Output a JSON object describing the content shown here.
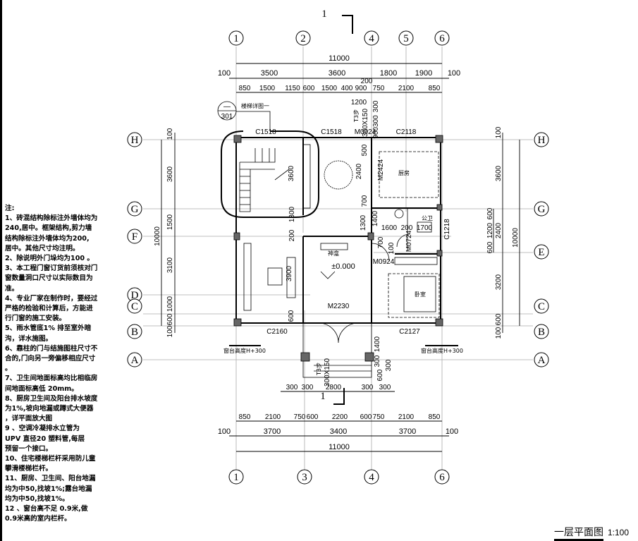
{
  "title": {
    "name": "一层平面图",
    "scale": "1:100"
  },
  "notes": [
    "注:",
    "1、砖混结构除标注外墙体均为",
    "240,居中。框架结构,剪力墙",
    "结构除标注外墙体均为200,",
    "居中。其他尺寸均注明。",
    "2、除说明外门垛均为100 。",
    "3、本工程门窗订货前须核对门",
    "窗数量洞口尺寸以实际数目为",
    "准。",
    "4、专业厂家在制作时，要经过",
    "严格的检验和计算后，方能进",
    "行门窗的施工安装。",
    "5、雨水管底1% 排至室外暗",
    "沟，详水施图。",
    "6、靠柱的门与结施图柱尺寸不",
    "合的,门向另一旁偏移相应尺寸",
    "。",
    "7、卫生间地面标高均比相临房",
    "间地面标高低 20mm。",
    "8、厨房卫生间及阳台排水坡度",
    "为1%,坡向地漏或蹲式大便器",
    "，详平面放大图",
    "9 、空调冷凝排水立管为",
    "UPV 直径20 塑料管,每层",
    "预留一个接口。",
    "10、住宅楼梯栏杆采用防儿童",
    "攀滑楼梯栏杆。",
    "11、厨房、卫生间、阳台地漏",
    "均为中50,找坡1%;露台地漏",
    "均为中50,找坡1%。",
    "12 、窗台高不足 0.9米,做",
    "0.9米高的室内栏杆。"
  ],
  "axes": {
    "top": [
      "1",
      "2",
      "4",
      "5",
      "6"
    ],
    "bottom": [
      "1",
      "3",
      "4",
      "6"
    ],
    "left": [
      "H",
      "G",
      "F",
      "D",
      "C",
      "B",
      "A"
    ],
    "right": [
      "H",
      "G",
      "E",
      "C",
      "B",
      "A"
    ]
  },
  "dims": {
    "top_total": "11000",
    "top_axes": [
      "100",
      "3500",
      "3600",
      "1800",
      "1900",
      "100"
    ],
    "top_detail": [
      "850",
      "1500",
      "1150",
      "600",
      "1500",
      "400",
      "900",
      "750",
      "2100",
      "850"
    ],
    "top_extra": "200",
    "bottom_detail": [
      "850",
      "2100",
      "750",
      "600",
      "2200",
      "600",
      "750",
      "2100",
      "850"
    ],
    "bottom_axes": [
      "100",
      "3700",
      "3400",
      "3700",
      "100"
    ],
    "bottom_total": "11000",
    "porch": [
      "300",
      "300",
      "2800",
      "300",
      "300"
    ],
    "porch_right": [
      "1400",
      "300",
      "600",
      "300"
    ],
    "left": [
      "100",
      "3600",
      "1500",
      "3100",
      "1000",
      "600",
      "100"
    ],
    "left_total": "10000",
    "right": [
      "100",
      "3600",
      "600",
      "1200",
      "600",
      "2400",
      "3200",
      "600",
      "100"
    ],
    "right_total": "10000",
    "stair_top": [
      "1200",
      "300",
      "900300",
      "T3步",
      "300X150"
    ],
    "porch_step": [
      "T3步",
      "300X150"
    ],
    "interior": [
      "3600",
      "2400",
      "500",
      "700",
      "1300",
      "200",
      "1300",
      "3900",
      "600",
      "1400",
      "1600",
      "200",
      "1700",
      "700",
      "100"
    ]
  },
  "openings": [
    "C1518",
    "C1518",
    "M0924",
    "C2118",
    "M2424",
    "C1218",
    "M0724",
    "M0924",
    "M2230",
    "C2160",
    "C2127"
  ],
  "rooms": {
    "kitchen": "厨房",
    "toilet": "公卫",
    "shrine": "神龛",
    "bedroom": "卧室",
    "elevation": "±0.000"
  },
  "sill_note": [
    "窗台高度H+300",
    "窗台高度H+300"
  ],
  "section_mark": [
    "1",
    "1"
  ],
  "callout": {
    "top": "—",
    "bottom": "301",
    "label": "楼梯详图一"
  }
}
